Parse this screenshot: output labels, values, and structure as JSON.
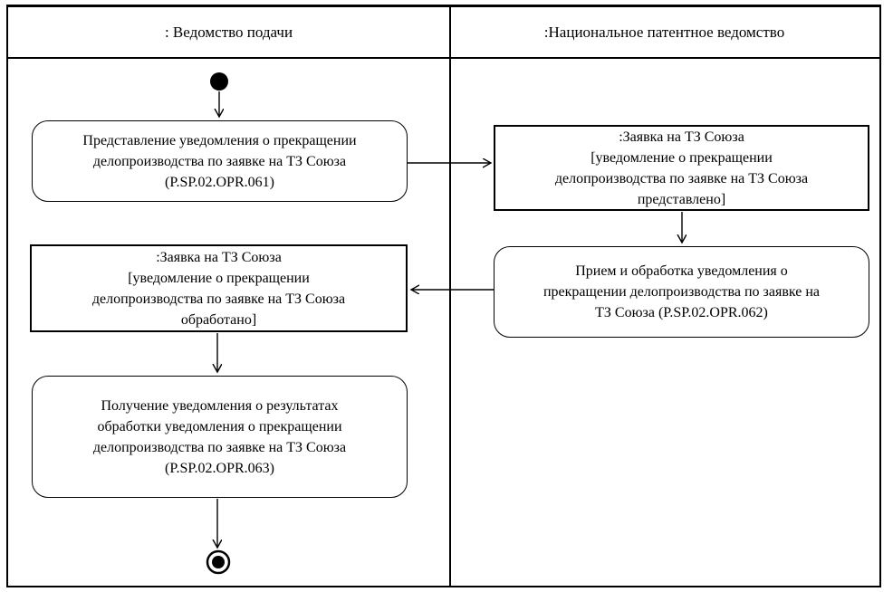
{
  "lanes": [
    {
      "title": ": Ведомство подачи"
    },
    {
      "title": ":Национальное патентное ведомство"
    }
  ],
  "nodes": {
    "submit": {
      "text": "Представление уведомления о прекращении\nделопроизводства по заявке на ТЗ Союза\n(P.SP.02.OPR.061)"
    },
    "submitted_state": {
      "text": ":Заявка на ТЗ Союза\n[уведомление о прекращении\nделопроизводства по заявке на ТЗ Союза\nпредставлено]"
    },
    "process": {
      "text": "Прием и обработка уведомления о\nпрекращении делопроизводства по заявке на\nТЗ Союза (P.SP.02.OPR.062)"
    },
    "processed_state": {
      "text": ":Заявка на ТЗ Союза\n[уведомление о прекращении\nделопроизводства по заявке на ТЗ Союза\nобработано]"
    },
    "receive_result": {
      "text": "Получение уведомления о результатах\nобработки уведомления о прекращении\nделопроизводства по заявке на ТЗ Союза\n(P.SP.02.OPR.063)"
    }
  },
  "colors": {
    "line": "#000000",
    "text": "#000000",
    "background": "#ffffff"
  }
}
